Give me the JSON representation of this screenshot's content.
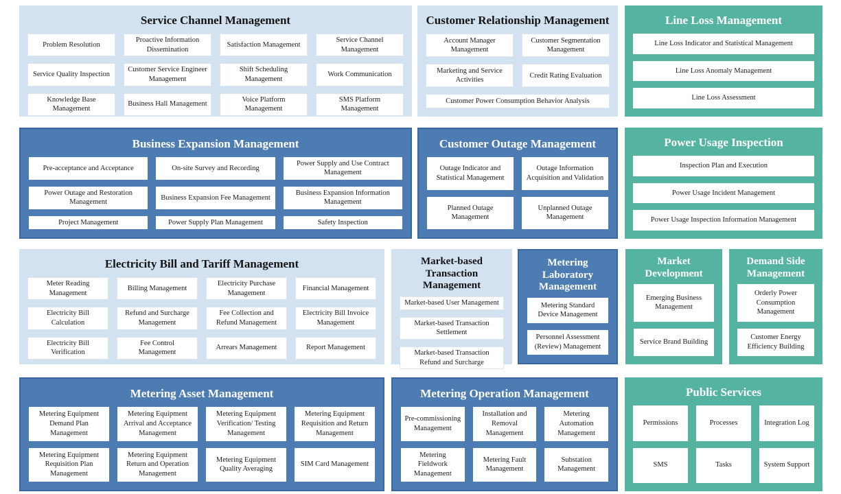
{
  "colors": {
    "light_panel": "#d3e2f0",
    "blue_panel": "#4d7cb3",
    "blue_panel_border": "#3a679e",
    "teal_panel": "#55b3a1",
    "box_bg": "#ffffff",
    "title_dark": "#141414",
    "title_light": "#ffffff"
  },
  "panels": [
    {
      "title": "Service Channel Management",
      "theme": "light",
      "items": [
        {
          "label": "Problem Resolution"
        },
        {
          "label": "Proactive Information Dissemination"
        },
        {
          "label": "Satisfaction Management"
        },
        {
          "label": "Service Channel Management"
        },
        {
          "label": "Service Quality Inspection"
        },
        {
          "label": "Customer Service Engineer Management"
        },
        {
          "label": "Shift Scheduling Management"
        },
        {
          "label": "Work Communication"
        },
        {
          "label": "Knowledge Base Management"
        },
        {
          "label": "Business Hall Management"
        },
        {
          "label": "Voice Platform Management"
        },
        {
          "label": "SMS Platform Management"
        }
      ]
    },
    {
      "title": "Customer Relationship Management",
      "theme": "light",
      "items": [
        {
          "label": "Account Manager Management"
        },
        {
          "label": "Customer Segmentation Management"
        },
        {
          "label": "Marketing and Service Activities"
        },
        {
          "label": "Credit Rating Evaluation"
        },
        {
          "label": "Customer Power Consumption Behavior Analysis",
          "span": 2
        }
      ]
    },
    {
      "title": "Line Loss Management",
      "theme": "teal",
      "items": [
        {
          "label": "Line Loss Indicator and Statistical Management"
        },
        {
          "label": "Line Loss Anomaly Management"
        },
        {
          "label": "Line Loss Assessment"
        }
      ]
    },
    {
      "title": "Business Expansion Management",
      "theme": "blue",
      "items": [
        {
          "label": "Pre-acceptance and Acceptance"
        },
        {
          "label": "On-site Survey and Recording"
        },
        {
          "label": "Power Supply and Use Contract Management"
        },
        {
          "label": "Power Outage and Restoration Management"
        },
        {
          "label": "Business Expansion Fee Management"
        },
        {
          "label": "Business Expansion Information Management"
        },
        {
          "label": "Project Management"
        },
        {
          "label": "Power Supply Plan Management"
        },
        {
          "label": "Safety Inspection"
        }
      ]
    },
    {
      "title": "Customer Outage Management",
      "theme": "blue",
      "items": [
        {
          "label": "Outage Indicator and Statistical Management"
        },
        {
          "label": "Outage Information Acquisition and Validation"
        },
        {
          "label": "Planned Outage Management"
        },
        {
          "label": "Unplanned Outage Management"
        }
      ]
    },
    {
      "title": "Power Usage Inspection",
      "theme": "teal",
      "items": [
        {
          "label": "Inspection Plan and Execution"
        },
        {
          "label": "Power Usage Incident Management"
        },
        {
          "label": "Power Usage Inspection Information Management"
        }
      ]
    },
    {
      "title": "Electricity Bill and Tariff Management",
      "theme": "light",
      "items": [
        {
          "label": "Meter Reading Management"
        },
        {
          "label": "Billing Management"
        },
        {
          "label": "Electricity Purchase Management"
        },
        {
          "label": "Financial Management"
        },
        {
          "label": "Electricity Bill Calculation"
        },
        {
          "label": "Refund and Surcharge Management"
        },
        {
          "label": "Fee Collection and Refund Management"
        },
        {
          "label": "Electricity Bill Invoice Management"
        },
        {
          "label": "Electricity Bill Verification"
        },
        {
          "label": "Fee Control Management"
        },
        {
          "label": "Arrears Management"
        },
        {
          "label": "Report Management"
        }
      ]
    },
    {
      "title": "Market-based Transaction Management",
      "theme": "light",
      "items": [
        {
          "label": "Market-based User Management"
        },
        {
          "label": "Market-based Transaction Settlement"
        },
        {
          "label": "Market-based Transaction Refund and Surcharge"
        }
      ]
    },
    {
      "title": "Metering Laboratory Management",
      "theme": "blue",
      "items": [
        {
          "label": "Metering Standard Device Management"
        },
        {
          "label": "Personnel Assessment (Review) Management"
        }
      ]
    },
    {
      "title": "Market Development",
      "theme": "teal",
      "items": [
        {
          "label": "Emerging Business Management"
        },
        {
          "label": "Service Brand Building"
        }
      ]
    },
    {
      "title": "Demand Side Management",
      "theme": "teal",
      "items": [
        {
          "label": "Orderly Power Consumption Management"
        },
        {
          "label": "Customer Energy Efficiency Building"
        }
      ]
    },
    {
      "title": "Metering Asset Management",
      "theme": "blue",
      "items": [
        {
          "label": "Metering Equipment Demand Plan Management"
        },
        {
          "label": "Metering Equipment Arrival and Acceptance Management"
        },
        {
          "label": "Metering Equipment Verification/ Testing Management"
        },
        {
          "label": "Metering Equipment Requisition and Return Management"
        },
        {
          "label": "Metering Equipment Requisition Plan Management"
        },
        {
          "label": "Metering Equipment Return and Operation Management"
        },
        {
          "label": "Metering Equipment Quality Averaging"
        },
        {
          "label": "SIM Card Management"
        }
      ]
    },
    {
      "title": "Metering Operation Management",
      "theme": "blue",
      "items": [
        {
          "label": "Pre-commissioning Management"
        },
        {
          "label": "Installation and Removal Management"
        },
        {
          "label": "Metering Automation Management"
        },
        {
          "label": "Metering Fieldwork Management"
        },
        {
          "label": "Metering Fault Management"
        },
        {
          "label": "Substation Management"
        }
      ]
    },
    {
      "title": "Public Services",
      "theme": "teal",
      "items": [
        {
          "label": "Permissions"
        },
        {
          "label": "Processes"
        },
        {
          "label": "Integration Log"
        },
        {
          "label": "SMS"
        },
        {
          "label": "Tasks"
        },
        {
          "label": "System Support"
        }
      ]
    }
  ]
}
